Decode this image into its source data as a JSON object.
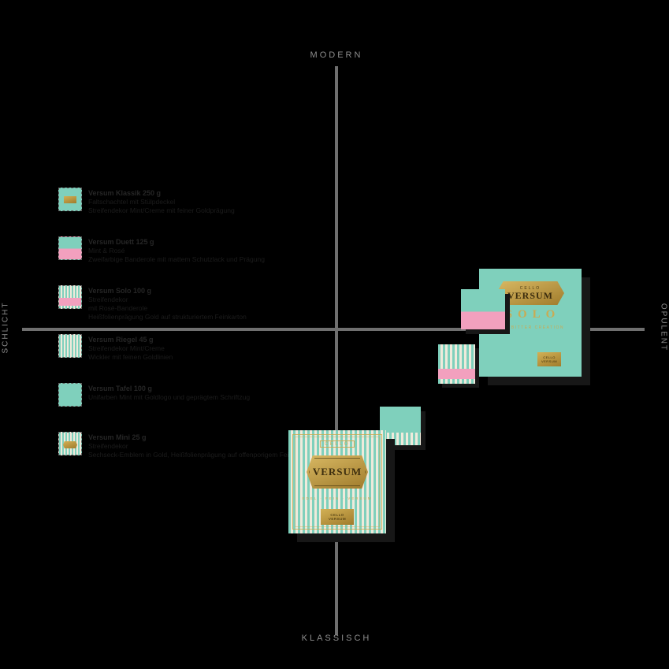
{
  "axes": {
    "top": "MODERN",
    "bottom": "KLASSISCH",
    "left": "SCHLICHT",
    "right": "OPULENT"
  },
  "legend": {
    "items": [
      {
        "swatch": "sw-plaque",
        "title": "Versum Klassik 250 g",
        "lines": [
          "Faltschachtel mit Stülpdeckel",
          "Streifendekor Mint/Creme mit feiner Goldprägung"
        ]
      },
      {
        "swatch": "sw-duo",
        "title": "Versum Duett 125 g",
        "lines": [
          "Mint & Rosé",
          "Zweifarbige Banderole mit mattem Schutzlack und Prägung"
        ]
      },
      {
        "swatch": "sw-stripepink",
        "title": "Versum Solo 100 g",
        "lines": [
          "Streifendekor",
          "mit Rosé-Banderole",
          "Heißfolienprägung Gold auf strukturiertem Feinkarton"
        ]
      },
      {
        "swatch": "sw-stripes",
        "title": "Versum Riegel 45 g",
        "lines": [
          "Streifendekor Mint/Creme",
          "Wickler mit feinen Goldlinien"
        ]
      },
      {
        "swatch": "sw-solid",
        "title": "Versum Tafel 100 g",
        "lines": [
          "Unifarben Mint mit Goldlogo und geprägtem Schriftzug"
        ]
      },
      {
        "swatch": "sw-stripegold",
        "title": "Versum Mini 25 g",
        "lines": [
          "Streifendekor",
          "Sechseck-Emblem in Gold, Heißfolienprägung auf offenporigem Feinkarton"
        ]
      }
    ]
  },
  "products": {
    "solo": {
      "brand": "CELLO",
      "name": "VERSUM",
      "variant": "SOLO",
      "subline": "ZARTBITTER CRÉATION",
      "emblem_line1": "CELLO",
      "emblem_line2": "VERSUM"
    },
    "versum": {
      "tag": "CELLO",
      "name": "VERSUM",
      "subline": "EDEL · FEIN · VERSUM",
      "emblem_line1": "CELLO",
      "emblem_line2": "VERSUM"
    }
  },
  "colors": {
    "bg": "#000000",
    "mint": "#7fd0bc",
    "ivory": "#efeadb",
    "pink": "#f2a0be",
    "gold": "#c9ab54",
    "gold-deep": "#a07c2c",
    "axis": "#6f6f6f",
    "label": "#8d8d8d",
    "shadow": "#171717",
    "legend-text": "#1c1c1c",
    "legend-title": "#262626"
  }
}
